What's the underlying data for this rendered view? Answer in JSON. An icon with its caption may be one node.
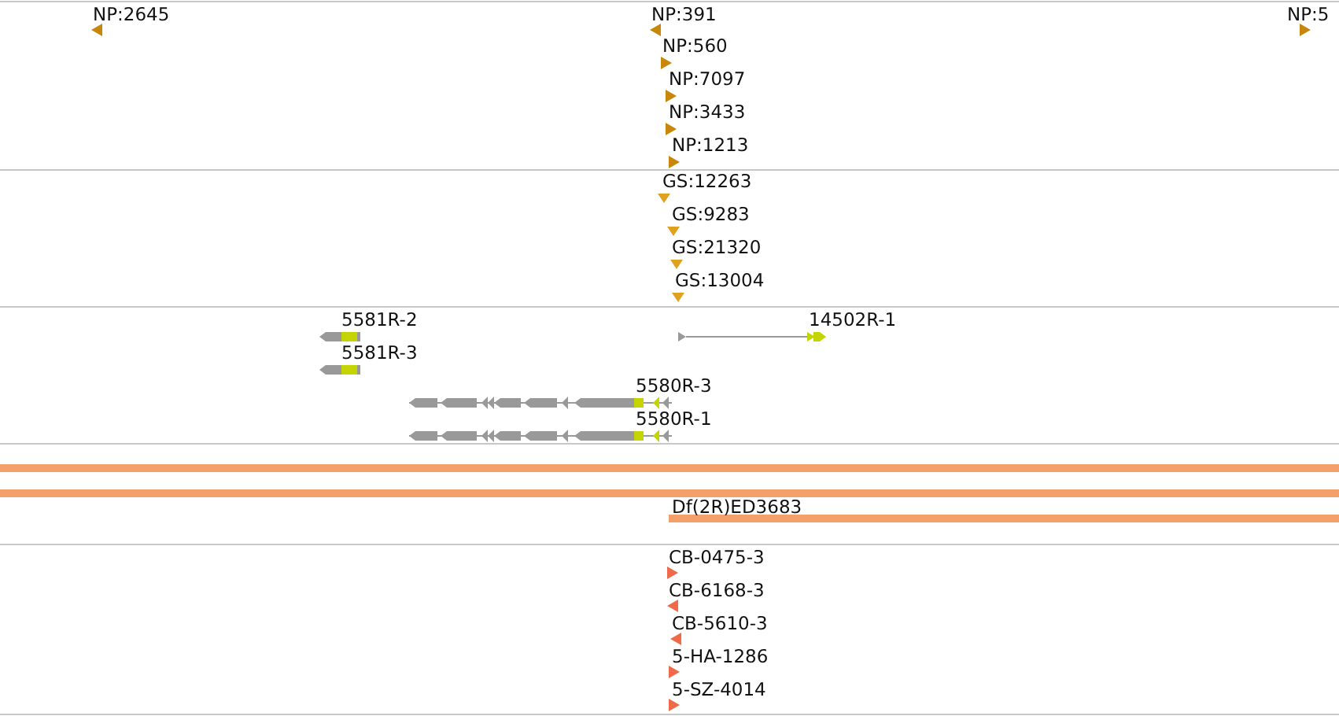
{
  "diagram": {
    "labels": [
      "NP:2645",
      "NP:391",
      "NP:5",
      "NP:560",
      "NP:7097",
      "NP:3433",
      "NP:1213",
      "GS:12263",
      "GS:9283",
      "GS:21320",
      "GS:13004",
      "5581R-2",
      "14502R-1",
      "5581R-3",
      "5580R-3",
      "5580R-1",
      "Df(2R)ED3683",
      "CB-0475-3",
      "CB-6168-3",
      "CB-5610-3",
      "5-HA-1286",
      "5-SZ-4014"
    ]
  }
}
